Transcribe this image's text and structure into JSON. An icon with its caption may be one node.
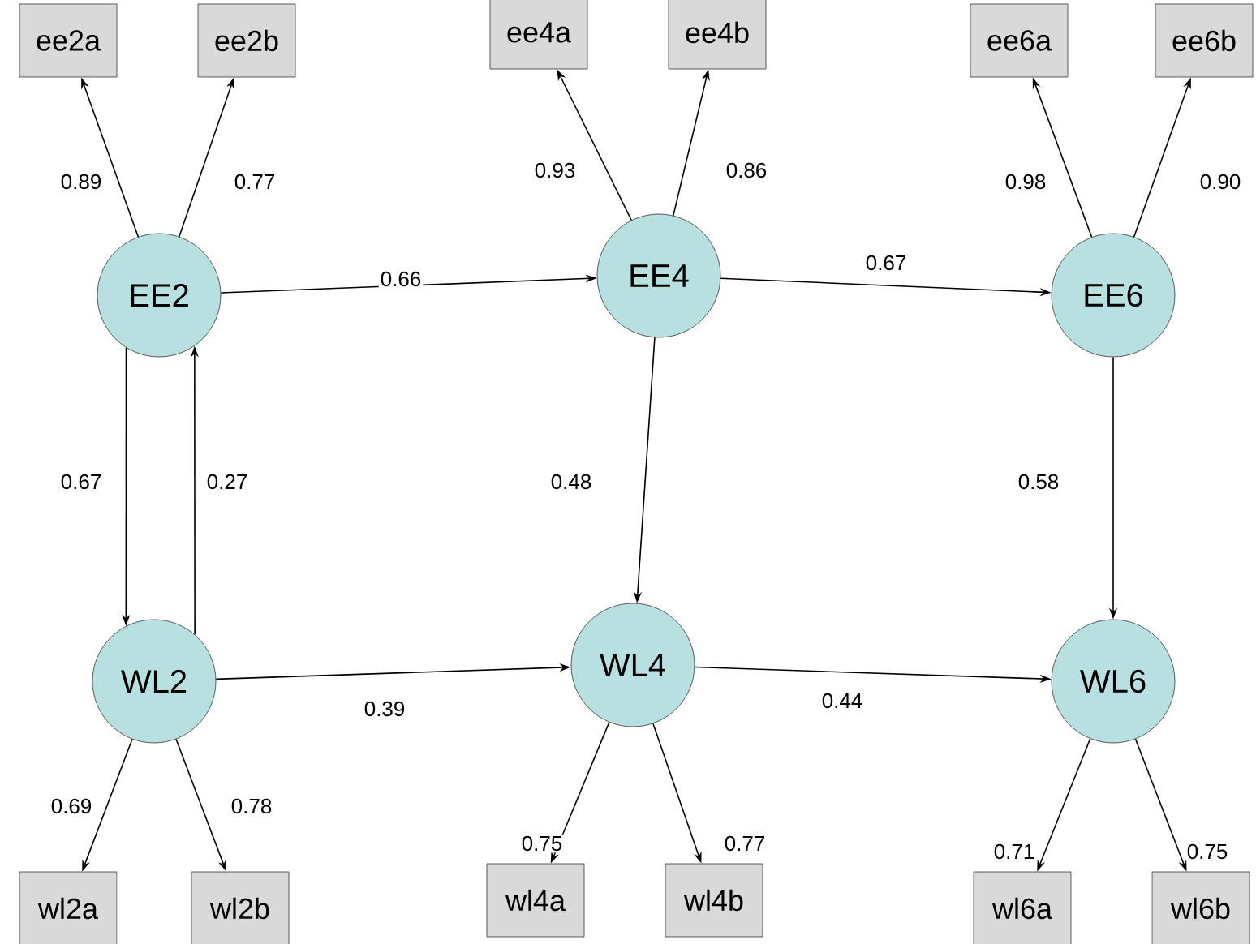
{
  "diagram": {
    "nodes": [
      {
        "text": [
          "ee2a"
        ]
      },
      {
        "text": [
          "ee2b"
        ]
      },
      {
        "text": [
          "ee4a"
        ]
      },
      {
        "text": [
          "ee4b"
        ]
      },
      {
        "text": [
          "ee6a"
        ]
      },
      {
        "text": [
          "ee6b"
        ]
      },
      {
        "text": [
          "EE2"
        ]
      },
      {
        "text": [
          "EE4"
        ]
      },
      {
        "text": [
          "EE6"
        ]
      },
      {
        "text": [
          "WL2"
        ]
      },
      {
        "text": [
          "WL4"
        ]
      },
      {
        "text": [
          "WL6"
        ]
      },
      {
        "text": [
          "wl2a"
        ]
      },
      {
        "text": [
          "wl2b"
        ]
      },
      {
        "text": [
          "wl4a"
        ]
      },
      {
        "text": [
          "wl4b"
        ]
      },
      {
        "text": [
          "wl6a"
        ]
      },
      {
        "text": [
          "wl6b"
        ]
      }
    ],
    "edges": [
      {
        "from": 6,
        "to": 0,
        "arrow": "to",
        "label": "0.89"
      },
      {
        "from": 6,
        "to": 1,
        "arrow": "to",
        "label": "0.77"
      },
      {
        "from": 7,
        "to": 2,
        "arrow": "to",
        "label": "0.93"
      },
      {
        "from": 7,
        "to": 3,
        "arrow": "to",
        "label": "0.86"
      },
      {
        "from": 8,
        "to": 4,
        "arrow": "to",
        "label": "0.98"
      },
      {
        "from": 8,
        "to": 5,
        "arrow": "to",
        "label": "0.90"
      },
      {
        "from": 6,
        "to": 7,
        "arrow": "to",
        "label": "0.66"
      },
      {
        "from": 7,
        "to": 8,
        "arrow": "to",
        "label": "0.67"
      },
      {
        "from": 6,
        "to": 9,
        "arrow": "to",
        "label": "0.67"
      },
      {
        "from": 9,
        "to": 6,
        "arrow": "to",
        "label": "0.27"
      },
      {
        "from": 7,
        "to": 10,
        "arrow": "to",
        "label": "0.48"
      },
      {
        "from": 8,
        "to": 11,
        "arrow": "to",
        "label": "0.58"
      },
      {
        "from": 9,
        "to": 10,
        "arrow": "to",
        "label": "0.39"
      },
      {
        "from": 10,
        "to": 11,
        "arrow": "to",
        "label": "0.44"
      },
      {
        "from": 9,
        "to": 12,
        "arrow": "to",
        "label": "0.69"
      },
      {
        "from": 9,
        "to": 13,
        "arrow": "to",
        "label": "0.78"
      },
      {
        "from": 10,
        "to": 14,
        "arrow": "to",
        "label": "0.75"
      },
      {
        "from": 10,
        "to": 15,
        "arrow": "to",
        "label": "0.77"
      },
      {
        "from": 11,
        "to": 16,
        "arrow": "to",
        "label": "0.71"
      },
      {
        "from": 11,
        "to": 17,
        "arrow": "to",
        "label": "0.75"
      }
    ]
  }
}
